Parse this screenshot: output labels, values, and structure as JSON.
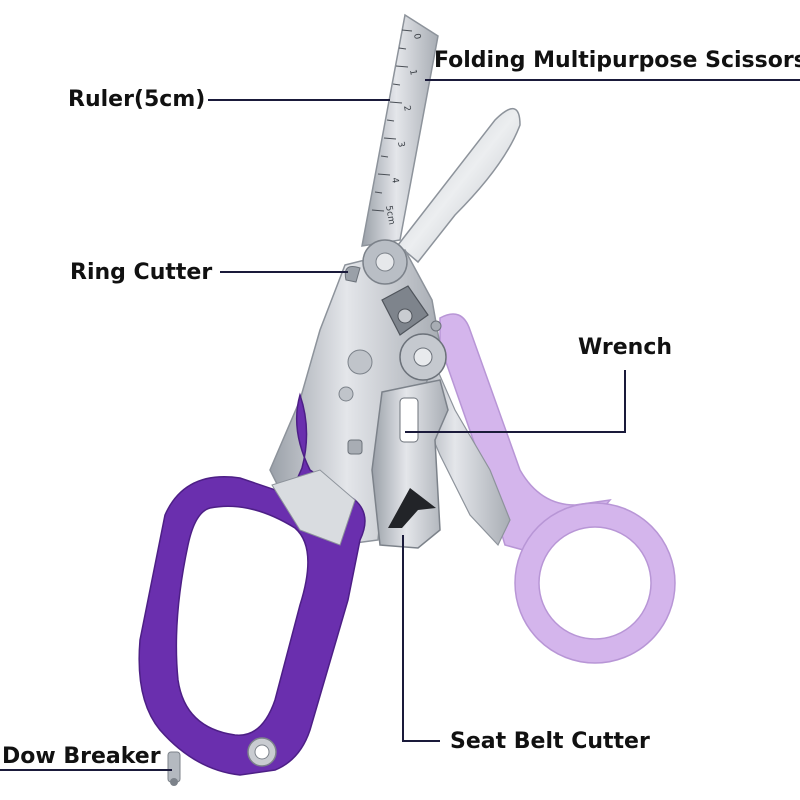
{
  "labels": {
    "scissors": "Folding Multipurpose Scissors",
    "ruler": "Ruler(5cm)",
    "ring_cutter": "Ring Cutter",
    "wrench": "Wrench",
    "seat_belt_cutter": "Seat Belt Cutter",
    "glass_breaker": "Dow Breaker"
  },
  "ruler_ticks": [
    "0",
    "1",
    "2",
    "3",
    "4",
    "5cm"
  ],
  "colors": {
    "background": "#ffffff",
    "left_handle": "#6a2fae",
    "right_handle": "#d4b5ec",
    "steel": "#c9ccd1",
    "steel_dark": "#8d939b",
    "leader_line": "#1a1a3a"
  }
}
